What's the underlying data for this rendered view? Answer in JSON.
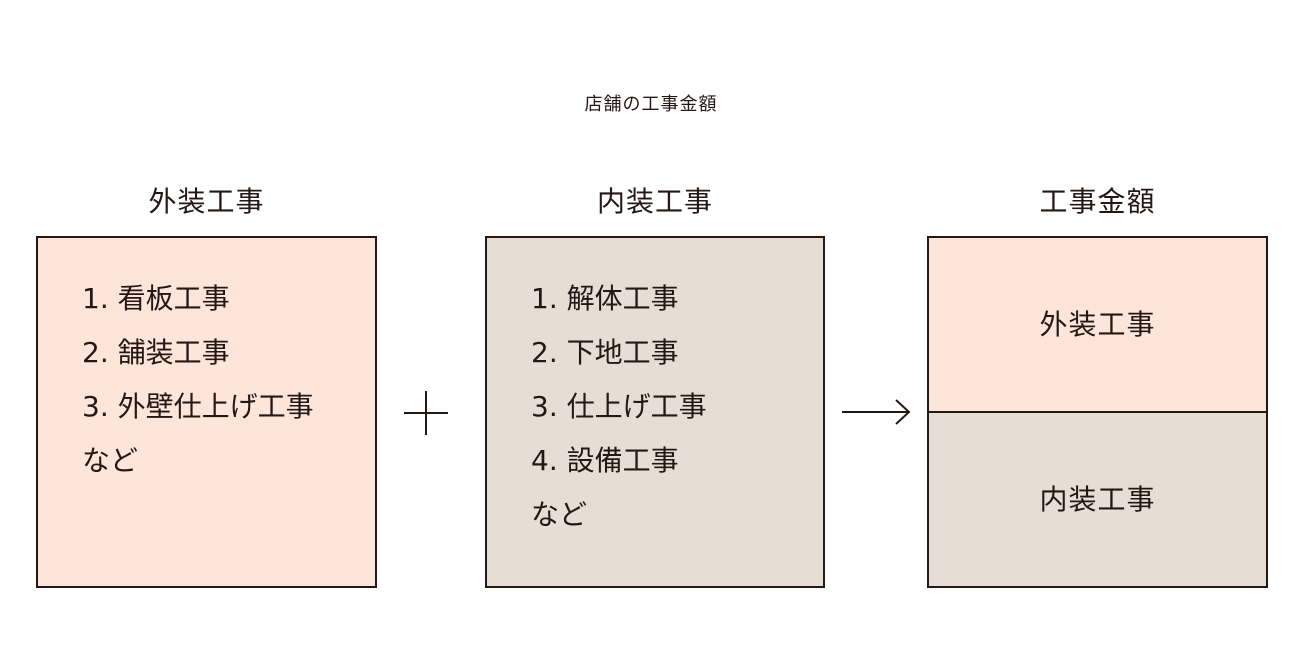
{
  "caption": "店舗の工事金額",
  "columns": {
    "exterior": {
      "title": "外装工事",
      "items": [
        "1. 看板工事",
        "2. 舗装工事",
        "3. 外壁仕上げ工事",
        "など"
      ]
    },
    "interior": {
      "title": "内装工事",
      "items": [
        "1. 解体工事",
        "2. 下地工事",
        "3. 仕上げ工事",
        "4. 設備工事",
        "など"
      ]
    },
    "total": {
      "title": "工事金額",
      "top_label": "外装工事",
      "bottom_label": "内装工事"
    }
  },
  "operators": {
    "plus": "plus-icon",
    "arrow": "arrow-right-icon"
  },
  "colors": {
    "exterior": "#fde5d9",
    "interior": "#e6ded4",
    "line": "#231815"
  }
}
